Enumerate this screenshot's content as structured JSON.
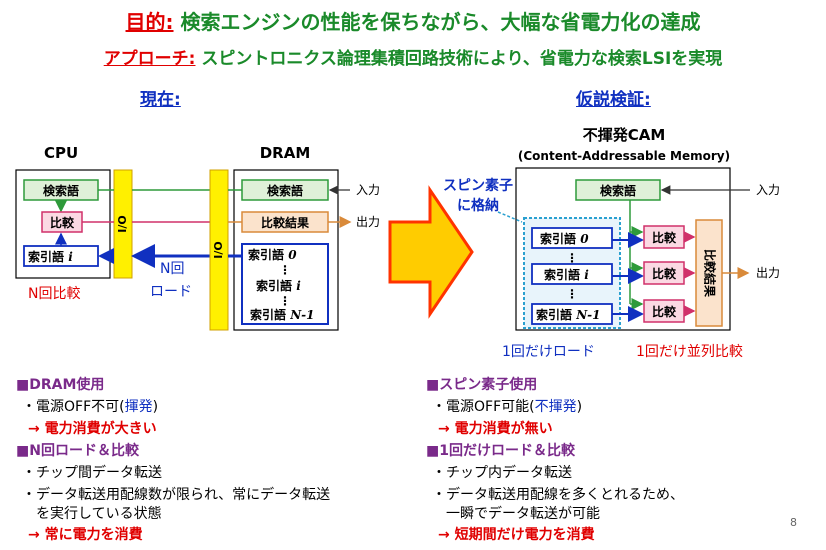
{
  "title": {
    "label": "目的:",
    "text": "検索エンジンの性能を保ちながら、大幅な省電力化の達成"
  },
  "approach": {
    "label": "アプローチ:",
    "text": "スピントロニクス論理集積回路技術により、省電力な検索LSIを実現"
  },
  "current": {
    "heading": "現在:",
    "cpu_label": "CPU",
    "dram_label": "DRAM",
    "search_word": "検索語",
    "compare": "比較",
    "index_word": "索引語",
    "index_i": "i",
    "io": "I/O",
    "compare_result": "比較結果",
    "index_0": "0",
    "index_n1": "N-1",
    "dots": "⋮",
    "input": "入力",
    "output": "出力",
    "n_compare": "N回比較",
    "n_load_1": "N回",
    "n_load_2": "ロード"
  },
  "proposal": {
    "heading": "仮説検証:",
    "cam_title": "不揮発CAM",
    "cam_sub": "(Content-Addressable Memory)",
    "spin_1": "スピン素子",
    "spin_2": "に格納",
    "search_word": "検索語",
    "compare": "比較",
    "index_word": "索引語",
    "index_0": "0",
    "index_i": "i",
    "index_n1": "N-1",
    "dots": "⋮",
    "compare_result": "比較結果",
    "input": "入力",
    "output": "出力",
    "load_once": "1回だけロード",
    "parallel_once": "1回だけ並列比較"
  },
  "left_notes": {
    "sec1": "■DRAM使用",
    "b1_a": "・電源OFF不可(",
    "b1_b": "揮発",
    "b1_c": ")",
    "r1": "→ 電力消費が大きい",
    "sec2": "■N回ロード＆比較",
    "b2": "・チップ間データ転送",
    "b3": "・データ転送用配線数が限られ、常にデータ転送",
    "b3_cont": "を実行している状態",
    "r2": "→ 常に電力を消費"
  },
  "right_notes": {
    "sec1": "■スピン素子使用",
    "b1_a": "・電源OFF可能(",
    "b1_b": "不揮発",
    "b1_c": ")",
    "r1": "→ 電力消費が無い",
    "sec2": "■1回だけロード＆比較",
    "b2": "・チップ内データ転送",
    "b3": "・データ転送用配線を多くとれるため、",
    "b3_cont": "一瞬でデータ転送が可能",
    "r2": "→ 短期間だけ電力を消費"
  },
  "page_number": "8",
  "colors": {
    "green_box": "#dff0d8",
    "green_border": "#2e9a3a",
    "pink_box": "#fbd9e3",
    "pink_border": "#d0306a",
    "peach_box": "#fbe3cc",
    "peach_border": "#d98a3a",
    "yellow_bar": "#fff000",
    "arrow_fill": "#ffcc00",
    "arrow_stroke": "#ff3300",
    "blue": "#1030c0",
    "red": "#e00000",
    "purple": "#7a2a8a"
  }
}
